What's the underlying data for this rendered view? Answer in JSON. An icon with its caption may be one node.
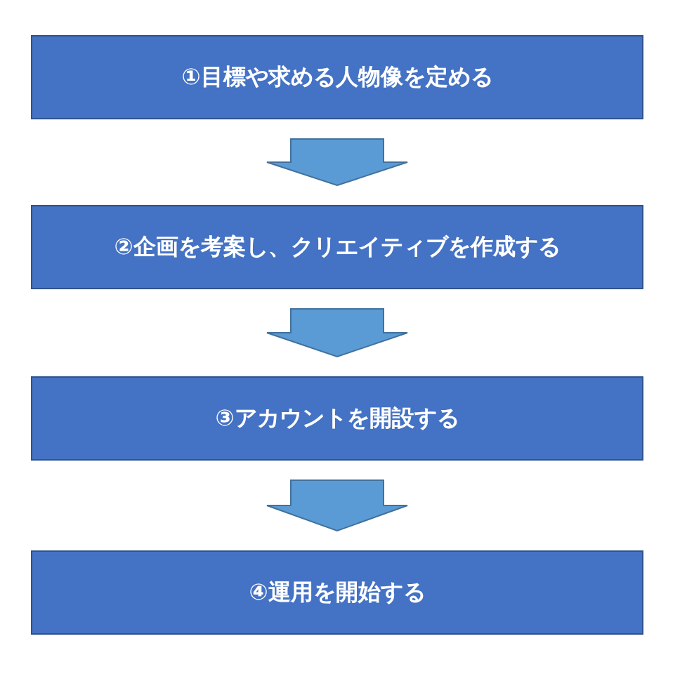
{
  "diagram": {
    "nodes": [
      {
        "text": [
          "①目標や求める人物像を定める"
        ]
      },
      {
        "text": [
          "②企画を考案し、クリエイティブを作成する"
        ]
      },
      {
        "text": [
          "③アカウントを開設する"
        ]
      },
      {
        "text": [
          "④運用を開始する"
        ]
      }
    ],
    "edges": [
      {
        "from": 0,
        "to": 1,
        "arrow": "to"
      },
      {
        "from": 1,
        "to": 2,
        "arrow": "to"
      },
      {
        "from": 2,
        "to": 3,
        "arrow": "to"
      }
    ]
  }
}
